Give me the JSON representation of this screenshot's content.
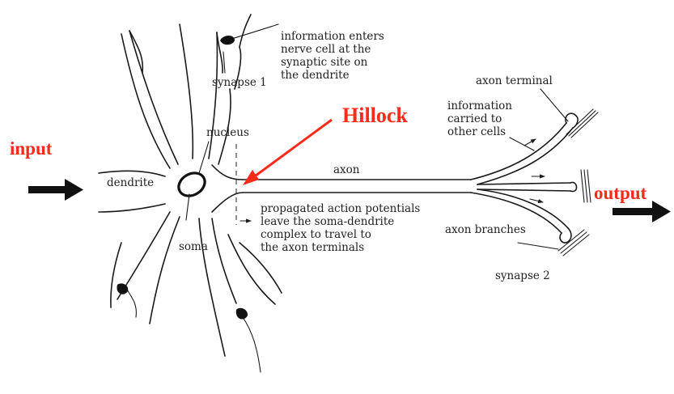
{
  "labels": {
    "input": "input",
    "output": "output",
    "hillock": "Hillock",
    "dendrite": "dendrite",
    "nucleus": "nucleus",
    "soma": "soma",
    "axon": "axon",
    "axon_terminal": "axon terminal",
    "axon_branches": "axon branches",
    "synapse_1": "synapse 1",
    "synapse_2": "synapse 2"
  },
  "notes": {
    "info_enters": [
      "information enters",
      "nerve cell at the",
      "synaptic site on",
      "the dendrite"
    ],
    "info_carried": [
      "information",
      "carried to",
      "other cells"
    ],
    "propagated": [
      "propagated action potentials",
      "leave the soma-dendrite",
      "complex to travel to",
      "the axon terminals"
    ]
  },
  "colors": {
    "accent": "#ff2a1a",
    "ink": "#1a1a1a"
  },
  "icons": {
    "input_arrow": "arrow-right-icon",
    "output_arrow": "arrow-right-icon",
    "hillock_pointer": "arrow-down-left-icon"
  }
}
